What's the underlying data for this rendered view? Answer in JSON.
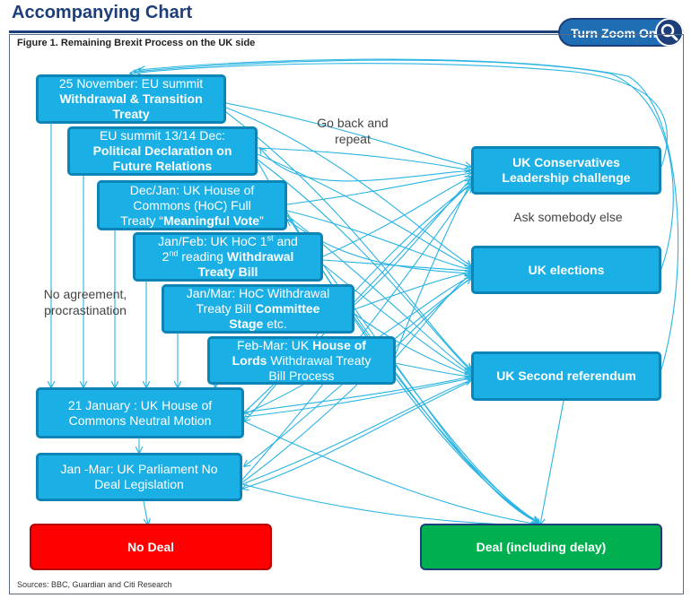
{
  "header": {
    "title": "Accompanying Chart",
    "zoom_button": "Turn Zoom On",
    "zoom_icon": "zoom-search-icon"
  },
  "figure": {
    "title": "Figure 1. Remaining Brexit Process on the UK side",
    "source": "Sources: BBC, Guardian and Citi Research"
  },
  "colors": {
    "box_fill": "#1ab0e6",
    "box_border": "#0c84b6",
    "arrow": "#29b4e3",
    "no_deal": "#ff0000",
    "deal": "#00b050",
    "title": "#1c3f7a"
  },
  "boxes": {
    "b1": {
      "l1": "25 November: EU summit",
      "l2": "Withdrawal & Transition",
      "l3": "Treaty"
    },
    "b2": {
      "l1": "EU summit  13/14 Dec:",
      "l2": "Political Declaration on",
      "l3": "Future Relations"
    },
    "b3": {
      "l1": "Dec/Jan: UK House of",
      "l2": "Commons (HoC) Full",
      "l3a": "Treaty “",
      "l3b": "Meaningful Vote",
      "l3c": "”"
    },
    "b4": {
      "l1a": "Jan/Feb: UK HoC 1",
      "l1s": "st",
      "l1b": " and",
      "l2s": "nd",
      "l2a": " reading ",
      "l2b": "Withdrawal",
      "l3": "Treaty Bill"
    },
    "b5": {
      "l1": "Jan/Mar: HoC Withdrawal",
      "l2a": "Treaty Bill ",
      "l2b": "Committee",
      "l3a": "Stage",
      "l3b": " etc."
    },
    "b6": {
      "l1a": "Feb-Mar: UK ",
      "l1b": "House of",
      "l2a": "Lords",
      "l2b": " Withdrawal Treaty",
      "l3": "Bill Process"
    },
    "b7": {
      "l1": "21 January : UK House of",
      "l2": "Commons Neutral Motion"
    },
    "b8": {
      "l1": "Jan -Mar: UK Parliament No",
      "l2": "Deal Legislation"
    },
    "r1": {
      "l1": "UK Conservatives",
      "l2": "Leadership challenge"
    },
    "r2": {
      "l1": "UK elections"
    },
    "r3": {
      "l1": "UK Second referendum"
    }
  },
  "notes": {
    "go_back_1": "Go back and",
    "go_back_2": "repeat",
    "ask": "Ask somebody else",
    "no_agree_1": "No agreement,",
    "no_agree_2": "procrastination"
  },
  "outcomes": {
    "no_deal": "No Deal",
    "deal": "Deal (including delay)"
  }
}
